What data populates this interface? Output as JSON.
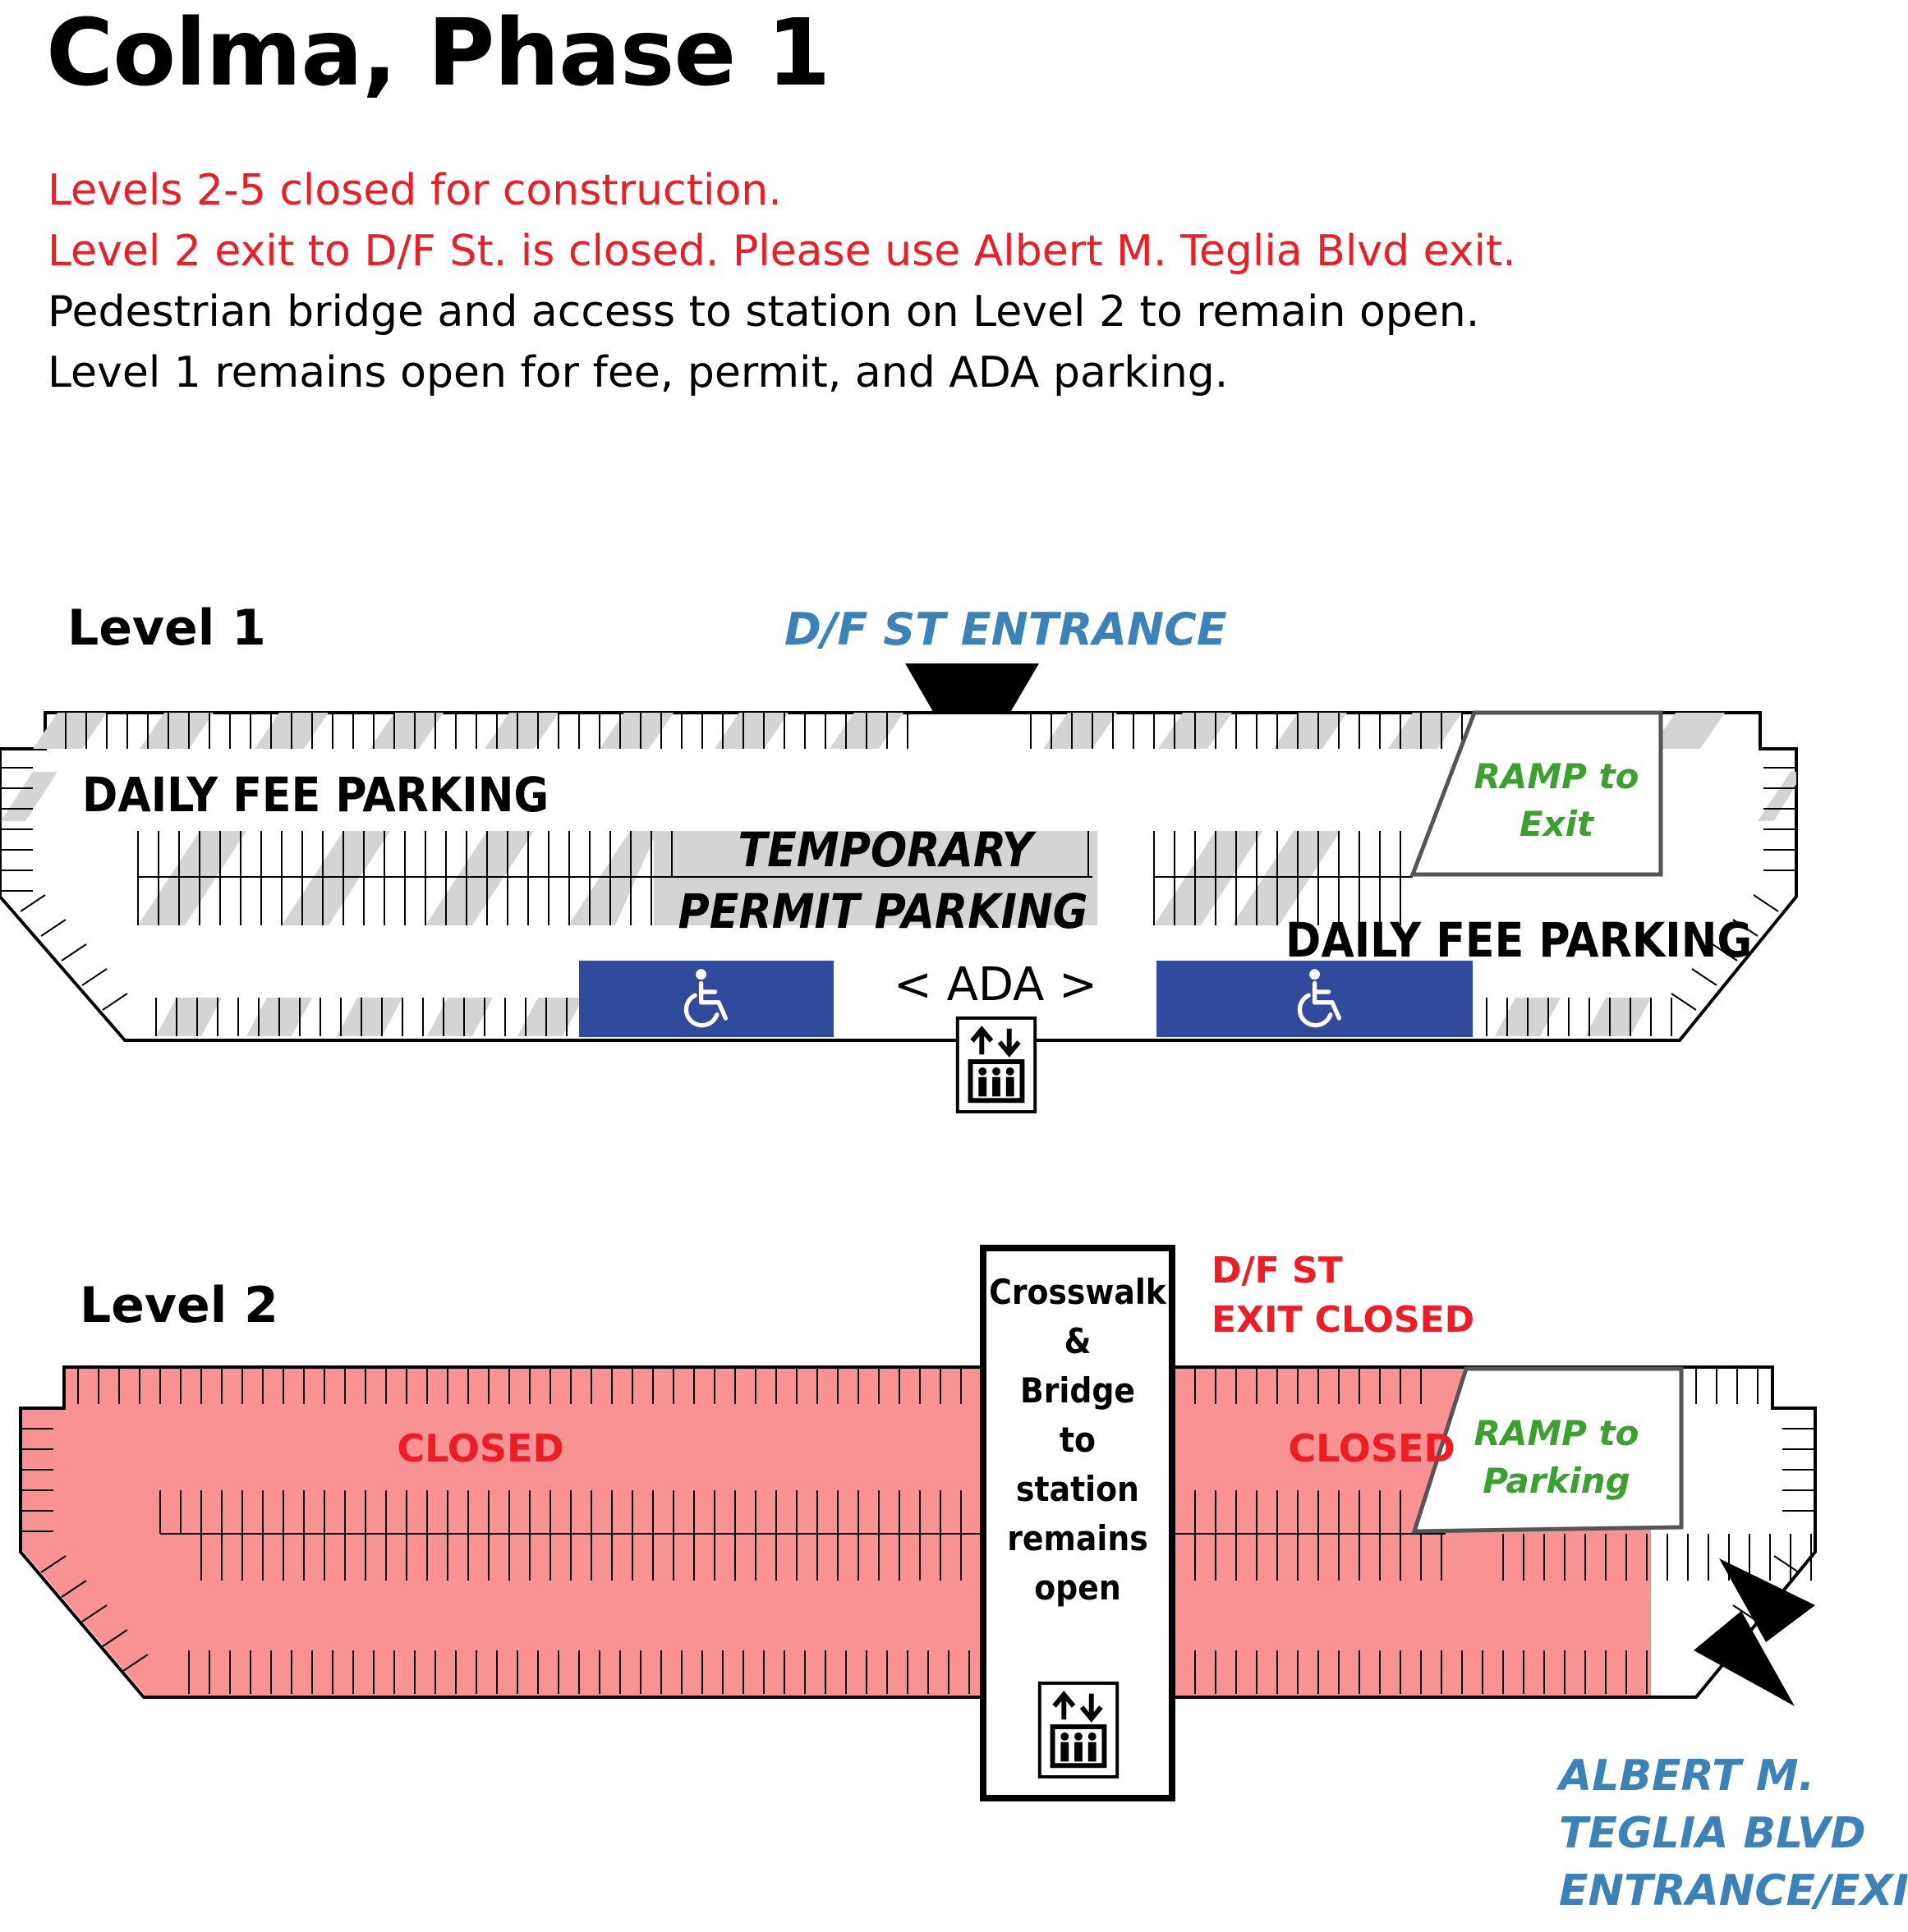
{
  "header": {
    "title": "Colma, Phase 1",
    "notes": [
      {
        "text": "Levels 2-5 closed for construction.",
        "type": "warning"
      },
      {
        "text": "Level 2 exit to D/F St. is closed. Please use Albert M. Teglia Blvd exit.",
        "type": "warning"
      },
      {
        "text": "Pedestrian bridge and access to station on Level 2 to remain open.",
        "type": "info"
      },
      {
        "text": "Level 1 remains open for fee, permit, and ADA parking.",
        "type": "info"
      }
    ]
  },
  "level1": {
    "label": "Level 1",
    "entrance_label": "D/F ST ENTRANCE",
    "daily_fee_left": "DAILY FEE PARKING",
    "daily_fee_right": "DAILY FEE PARKING",
    "temp_permit_line1": "TEMPORARY",
    "temp_permit_line2": "PERMIT PARKING",
    "ada_label": "< ADA >",
    "ramp_line1": "RAMP to",
    "ramp_line2": "Exit"
  },
  "level2": {
    "label": "Level 2",
    "closed_left": "CLOSED",
    "closed_right": "CLOSED",
    "exit_closed_line1": "D/F ST",
    "exit_closed_line2": "EXIT CLOSED",
    "crosswalk_lines": [
      "Crosswalk",
      "&",
      "Bridge",
      "to",
      "station",
      "remains",
      "open"
    ],
    "ramp_line1": "RAMP to",
    "ramp_line2": "Parking",
    "teglia_lines": [
      "ALBERT M.",
      "TEGLIA BLVD",
      "ENTRANCE/EXIT"
    ]
  },
  "colors": {
    "warning_red": "#ee1c24",
    "closed_fill": "#f99393",
    "ada_blue": "#324a9b",
    "street_blue": "#3b82b8",
    "ramp_green": "#3aa02e",
    "hatch_gray": "#d4d4d4"
  },
  "icons": [
    "elevator-icon",
    "wheelchair-icon",
    "entrance-arrow-icon",
    "direction-arrow-icon"
  ]
}
